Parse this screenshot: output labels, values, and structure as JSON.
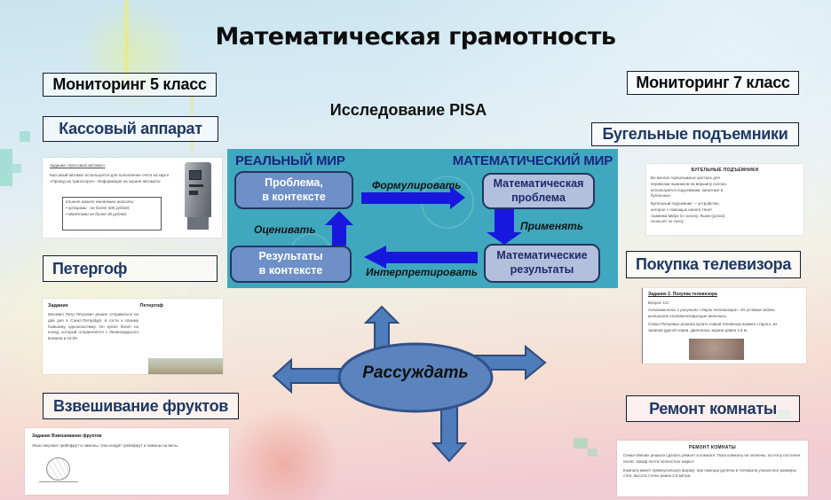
{
  "slide": {
    "title": "Математическая грамотность",
    "subtitle": "Исследование PISA"
  },
  "labels": {
    "monitoring5": "Мониторинг 5 класс",
    "monitoring7": "Мониторинг 7 класс",
    "cash_register": "Кассовый аппарат",
    "ski_lifts": "Бугельные подъемники",
    "peterhof": "Петергоф",
    "tv_purchase": "Покупка телевизора",
    "fruit_weighing": "Взвешивание фруктов",
    "room_repair": "Ремонт комнаты"
  },
  "diagram": {
    "world_left": "РЕАЛЬНЫЙ МИР",
    "world_right": "МАТЕМАТИЧЕСКИЙ МИР",
    "box_problem_context": "Проблема,\nв контексте",
    "box_math_problem": "Математическая\nпроблема",
    "box_results_context": "Результаты\nв контексте",
    "box_math_results": "Математические\nрезультаты",
    "arrow_formulate": "Формулировать",
    "arrow_apply": "Применять",
    "arrow_interpret": "Интерпретировать",
    "arrow_evaluate": "Оценивать"
  },
  "ellipse": {
    "label": "Рассуждать"
  },
  "cards": {
    "cash": {
      "title": "Задание «Кассовый автомат»",
      "body": "Кассовый автомат используется для пополнения счёта на карте «Проезд на транспорте». Информация на экране автомата:",
      "note_title": "Клиент может ежедневно вносить:",
      "note_b1": "• купюрами - не более 300 рублей;",
      "note_b2": "• Монетами не более 30 рублей."
    },
    "skilift": {
      "title": "БУГЕЛЬНЫЕ ПОДЪЕМНИКИ",
      "p1": "Во многих горнолыжных центрах для перевозки лыжников на вершину склона используются подъемники, канатные и бугельные.",
      "p2": "Бугельный подъемник — устройство, которое с помощью каната тянет лыжника вверх по склону. Лыжи (доска) скользят по снегу."
    },
    "peterhof": {
      "label1": "Задание",
      "label2": "Петергоф",
      "body": "Москвич Петр Петрович решил отправиться на два дня в Санкт-Петербург, в гости к своему бывшему однокласснику. Он купил билет на поезд, который отправляется с Ленинградского вокзала в 18:00."
    },
    "tv": {
      "title": "Задание 2. Покупка телевизора",
      "q": "Вопрос 1/2:",
      "hint": "Ознакомьтесь с рисунком «Экран телевизора». Из условия задачи выпишите соответствующие величины.",
      "body": "Семья Петровых решила купить новый телевизор взамен старого, из экранов другой серии. Диагональ экрана равна 1,5 м."
    },
    "fruits": {
      "title": "Задание Взвешивание фруктов",
      "body": "Лиза покупает грейпфрут и лимоны. Она кладёт грейпфрут и лимоны на весы."
    },
    "repair": {
      "title": "РЕМОНТ КОМНАТЫ",
      "p1": "Семья Мягких решила сделать ремонт в комнате. Пока комнаты не оклеены, на полу постелен палас. Шкаф почти полностью закрыт.",
      "p2": "Комната имеет прямоугольную форму: при помощи рулетки и телефона узнали все размеры стен, высота стены равна 2,5 метра."
    }
  },
  "colors": {
    "diagram_teal": "#3FA8BE",
    "diagram_arrow_blue": "#1717DD",
    "box_left_fill": "#6E8FC7",
    "box_right_fill": "#B3C0DD",
    "ellipse_blue": "#5B84BF",
    "label_navy": "#1F3864"
  }
}
